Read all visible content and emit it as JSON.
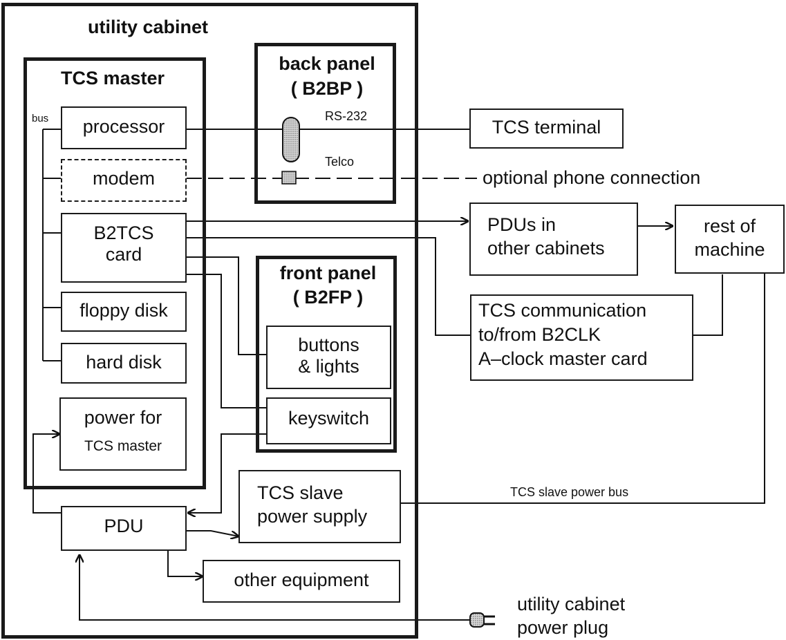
{
  "labels": {
    "utility_cabinet": "utility cabinet",
    "tcs_master": "TCS master",
    "bus": "bus",
    "processor": "processor",
    "modem": "modem",
    "b2tcs_card": "B2TCS\ncard",
    "floppy_disk": "floppy disk",
    "hard_disk": "hard disk",
    "power_for": "power for",
    "tcs_master_small": "TCS master",
    "back_panel": "back panel",
    "b2bp": "( B2BP )",
    "rs232": "RS-232",
    "telco": "Telco",
    "front_panel": "front panel",
    "b2fp": "( B2FP )",
    "buttons_lights": "buttons\n& lights",
    "keyswitch": "keyswitch",
    "pdu": "PDU",
    "tcs_slave_power_supply": "TCS slave\npower supply",
    "other_equipment": "other equipment",
    "tcs_terminal": "TCS terminal",
    "optional_phone": "optional phone connection",
    "pdus_other": "PDUs in\nother cabinets",
    "rest_of_machine": "rest of\nmachine",
    "tcs_comm": "TCS communication\nto/from B2CLK\nA–clock master card",
    "tcs_slave_power_bus": "TCS slave power bus",
    "utility_power_plug": "utility cabinet\npower plug"
  }
}
